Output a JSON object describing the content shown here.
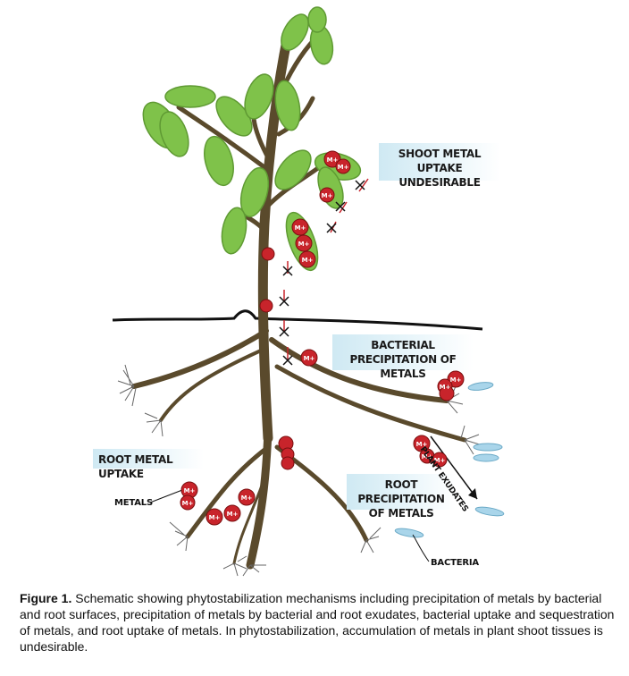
{
  "labels": {
    "shoot": "SHOOT METAL UPTAKE UNDESIRABLE",
    "bacterial": "BACTERIAL PRECIPITATION OF METALS",
    "root_uptake": "ROOT METAL UPTAKE",
    "root_precip": "ROOT PRECIPITATION OF METALS",
    "metals": "METALS",
    "bacteria": "BACTERIA",
    "exudates": "PLANT EXUDATES",
    "ion": "M+"
  },
  "caption": {
    "label": "Figure 1.",
    "text": " Schematic showing phytostabilization mechanisms including precipitation of metals by bacterial and root surfaces, precipitation of metals by bacterial and root exudates, bacterial uptake and sequestration of metals, and root uptake of metals. In phytostabilization, accumulation of metals in plant shoot tissues is undesirable."
  },
  "colors": {
    "stem": "#5a4a2c",
    "leaf": "#7fc24a",
    "leaf_dark": "#5f9a33",
    "ion": "#c8242b",
    "label_bg": "#cfe9f3",
    "bacteria": "#a9d5ea"
  }
}
